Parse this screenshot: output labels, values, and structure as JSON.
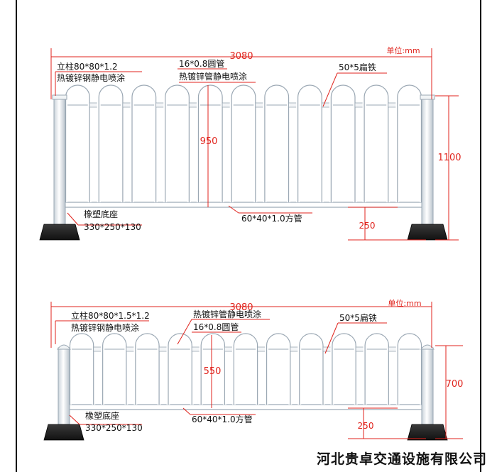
{
  "units": "单位:mm",
  "company": "河北贵卓交通设施有限公司",
  "colors": {
    "dimension": "#e0231c",
    "fence": "#ffffff",
    "base": "#1e1e1e"
  },
  "diagrams": [
    {
      "width": "3080",
      "height_total": "1100",
      "height_bars": "950",
      "base_gap": "250",
      "post_spec_line1": "立柱80*80*1.2",
      "post_spec_line2": "热镀锌钢静电喷涂",
      "tube_spec_line1": "16*0.8圆管",
      "tube_spec_line2": "热镀锌管静电喷涂",
      "flat_spec": "50*5扁铁",
      "rail_spec": "60*40*1.0方管",
      "base_spec_line1": "橡塑底座",
      "base_spec_line2": "330*250*130"
    },
    {
      "width": "3080",
      "height_total": "700",
      "height_bars": "550",
      "base_gap": "250",
      "post_spec_line1": "立柱80*80*1.5*1.2",
      "post_spec_line2": "热镀锌钢静电喷涂",
      "tube_spec_line1": "热镀锌管静电喷涂",
      "tube_spec_line2": "16*0.8圆管",
      "flat_spec": "50*5扁铁",
      "rail_spec": "60*40*1.0方管",
      "base_spec_line1": "橡塑底座",
      "base_spec_line2": "330*250*130"
    }
  ]
}
